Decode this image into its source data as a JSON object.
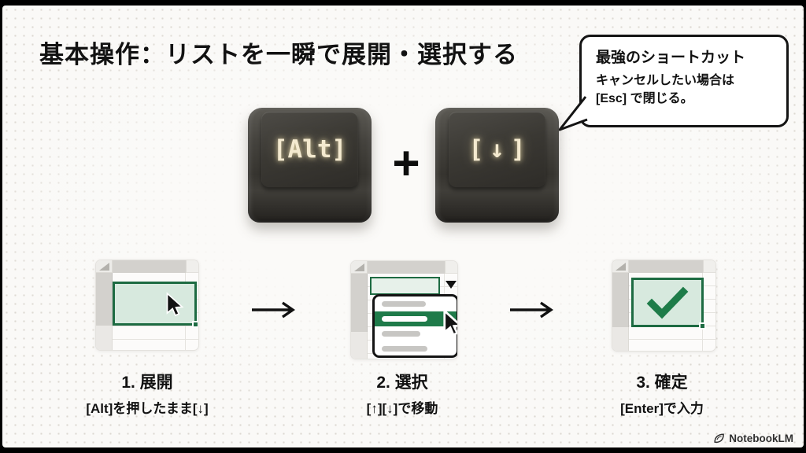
{
  "title": "基本操作：リストを一瞬で展開・選択する",
  "callout": {
    "heading": "最強のショートカット",
    "line1": "キャンセルしたい場合は",
    "line2": "[Esc] で閉じる。"
  },
  "keys": {
    "key1": "[Alt]",
    "plus": "+",
    "key2": "[↓]"
  },
  "steps": [
    {
      "title": "1. 展開",
      "desc": "[Alt]を押したまま[↓]"
    },
    {
      "title": "2. 選択",
      "desc": "[↑][↓]で移動"
    },
    {
      "title": "3. 確定",
      "desc": "[Enter]で入力"
    }
  ],
  "footer": {
    "brand": "NotebookLM"
  },
  "colors": {
    "excel_green_border": "#1d6b42",
    "excel_green_fill": "#d7e9de",
    "dropdown_highlight_green": "#1f7b4a",
    "keycap_body": "#3a3833",
    "keycap_legend_glow": "#f4ead0",
    "slide_background": "#faf9f7",
    "frame_black": "#000000",
    "callout_border": "#141414"
  },
  "icons": {
    "select-all-triangle-icon": "◢ gray triangle in sheet corner",
    "cursor-icon": "black mouse pointer arrow with white outline",
    "dropdown-arrow-icon": "▼",
    "checkmark-icon": "✓ green check",
    "arrow-right-icon": "→",
    "plus-icon": "+",
    "notebooklm-logo-icon": "dark swoosh mark"
  }
}
